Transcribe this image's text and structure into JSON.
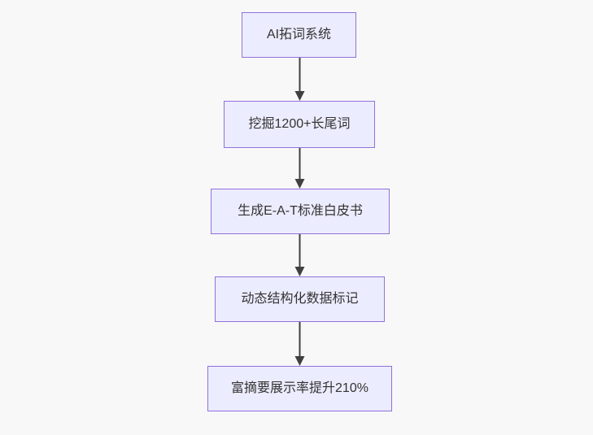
{
  "diagram": {
    "type": "flowchart-vertical",
    "nodes": [
      {
        "id": "n1",
        "label": "AI拓词系统"
      },
      {
        "id": "n2",
        "label": "挖掘1200+长尾词"
      },
      {
        "id": "n3",
        "label": "生成E-A-T标准白皮书"
      },
      {
        "id": "n4",
        "label": "动态结构化数据标记"
      },
      {
        "id": "n5",
        "label": "富摘要展示率提升210%"
      }
    ],
    "edges": [
      {
        "from": "n1",
        "to": "n2"
      },
      {
        "from": "n2",
        "to": "n3"
      },
      {
        "from": "n3",
        "to": "n4"
      },
      {
        "from": "n4",
        "to": "n5"
      }
    ],
    "colors": {
      "node_fill": "#ECECFF",
      "node_border": "#9370DB",
      "node_text": "#333333",
      "arrow_color": "#404040",
      "background": "#f8f8f8"
    }
  }
}
